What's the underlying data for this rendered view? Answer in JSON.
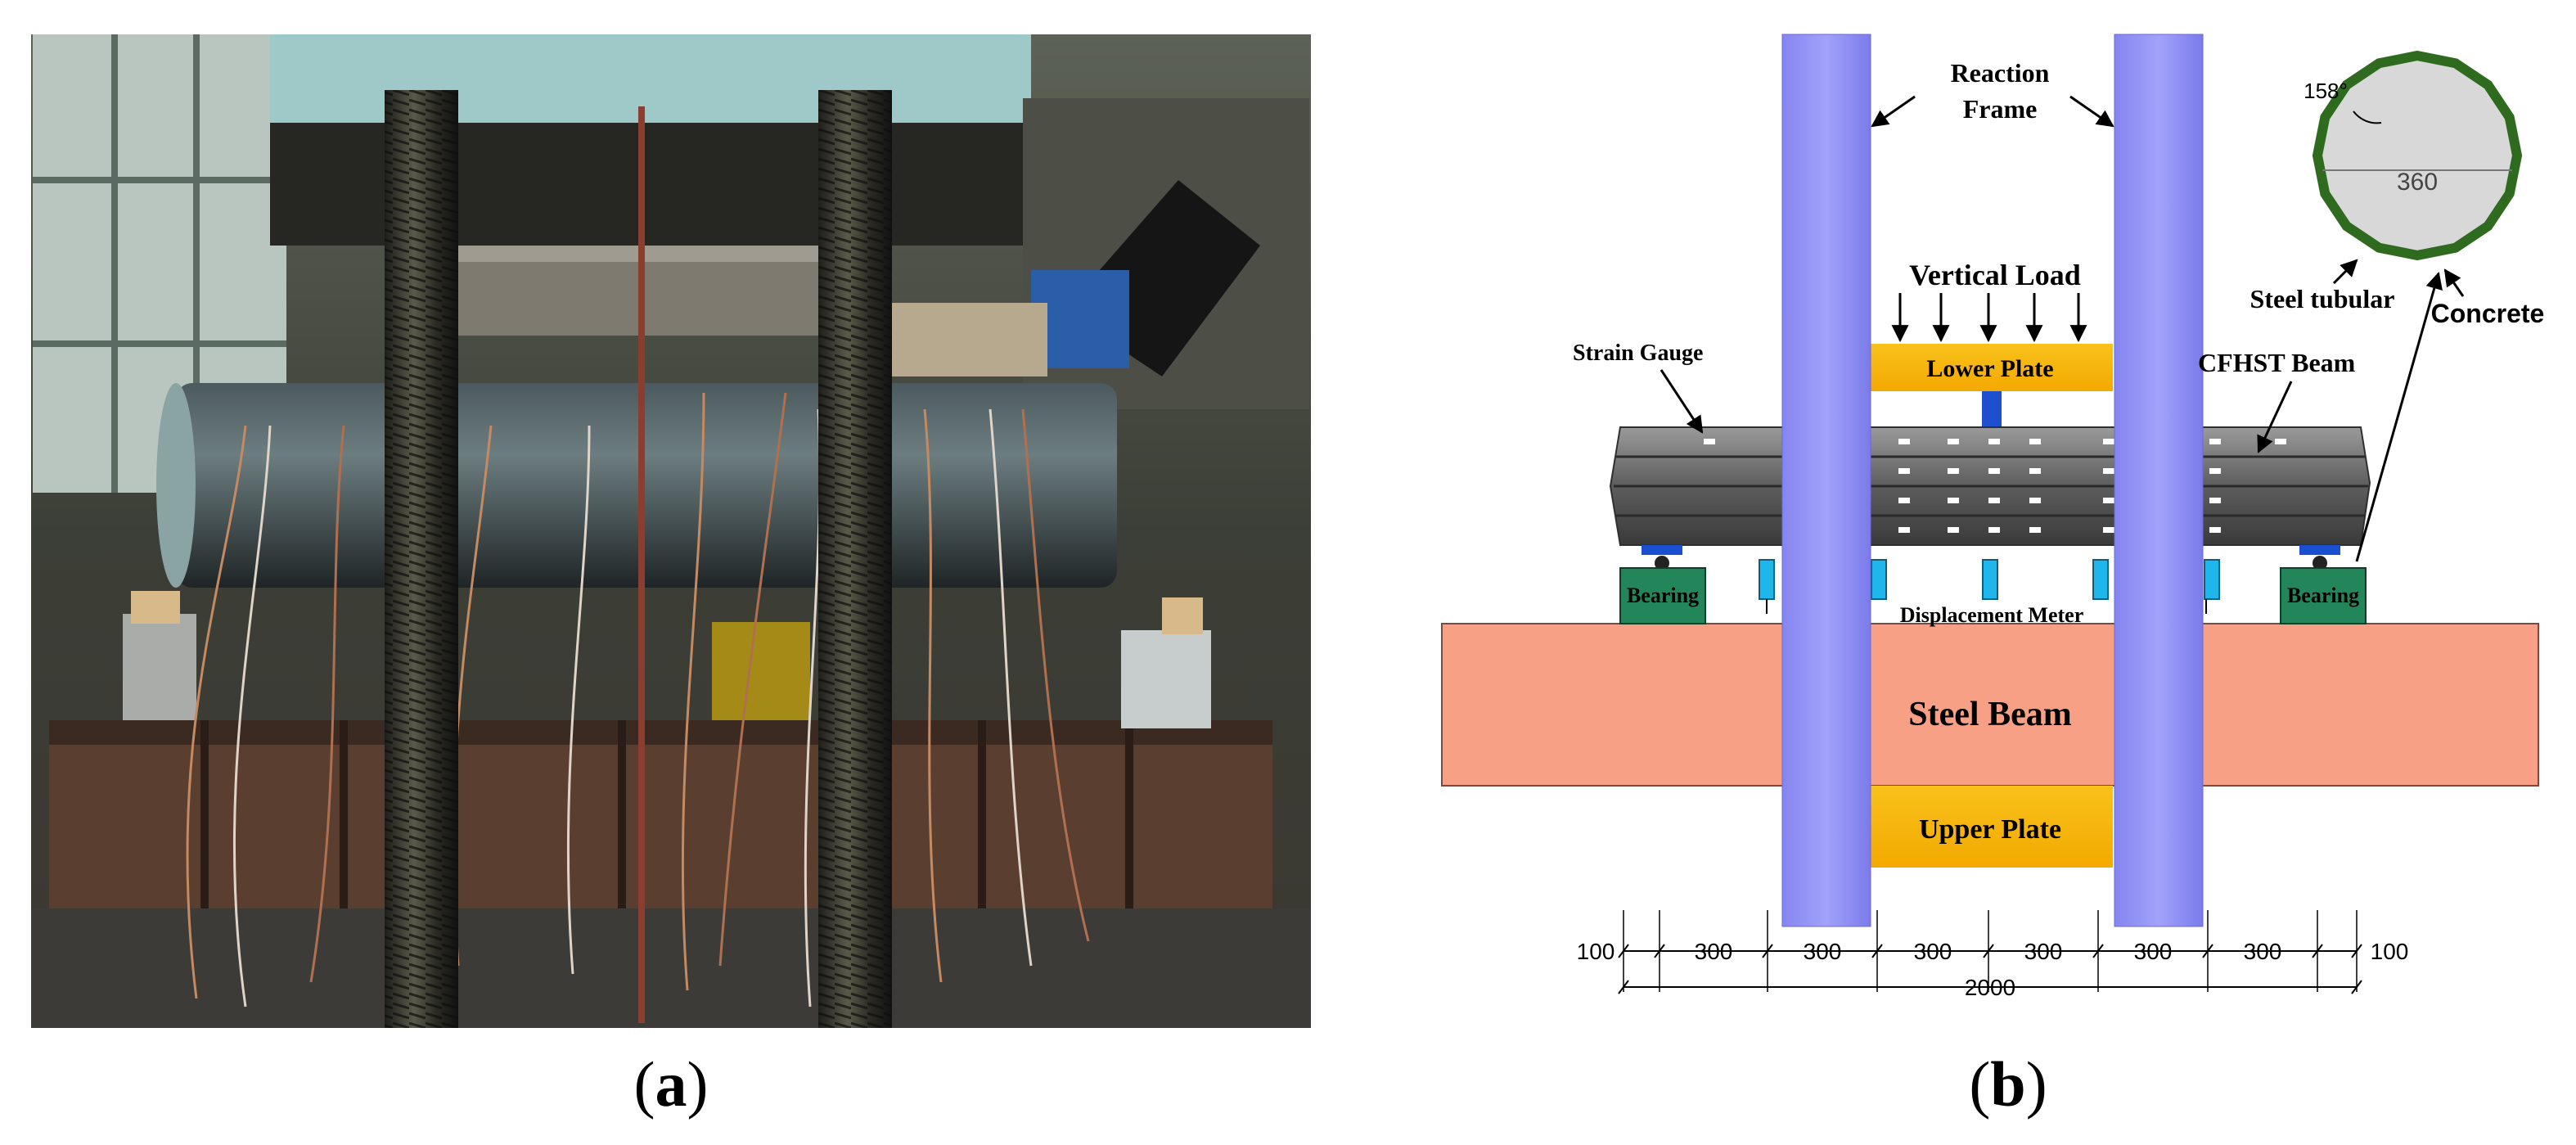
{
  "captions": {
    "a": "a",
    "b": "b"
  },
  "diagram": {
    "reaction_frame": "Reaction\nFrame",
    "vertical_load": "Vertical Load",
    "lower_plate": "Lower Plate",
    "upper_plate": "Upper Plate",
    "strain_gauge": "Strain Gauge",
    "cfhst_beam": "CFHST Beam",
    "bearing_left": "Bearing",
    "bearing_right": "Bearing",
    "displacement_meter": "Displacement Meter",
    "steel_beam": "Steel Beam",
    "steel_tubular": "Steel tubular",
    "concrete": "Concrete",
    "angle": "158°",
    "diameter": "360",
    "dims": [
      "100",
      "300",
      "300",
      "300",
      "300",
      "300",
      "300",
      "100"
    ],
    "total": "2000"
  },
  "colors": {
    "reaction_frame": "#8f8ff2",
    "plate": "#f6b80c",
    "steel_beam": "#f7a085",
    "bearing": "#23865a",
    "meter": "#1fb6ec",
    "beam": "#555555"
  }
}
